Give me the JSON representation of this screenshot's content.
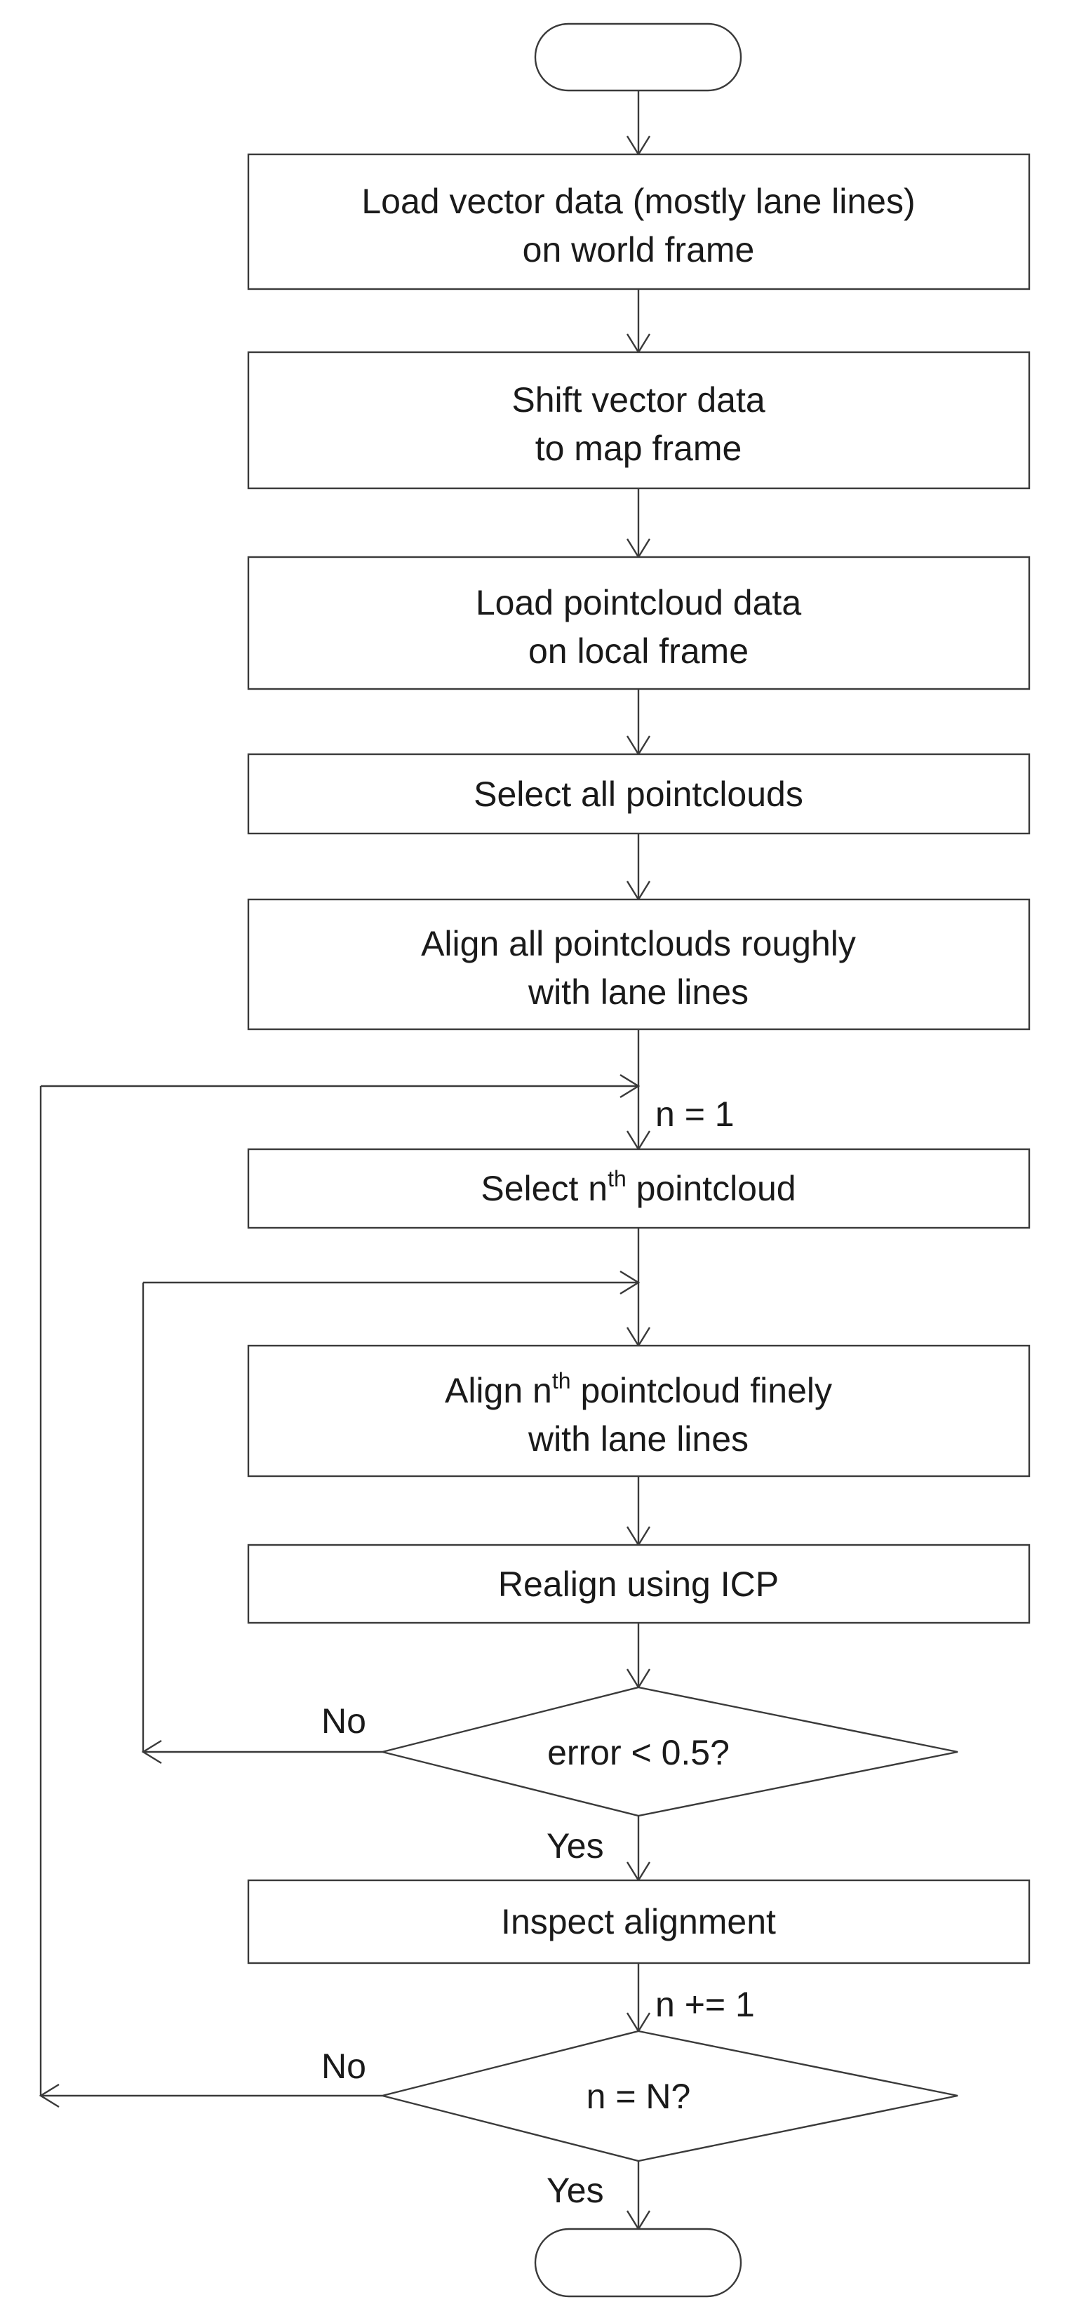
{
  "steps": {
    "load_vector": {
      "line1": "Load vector data (mostly lane lines)",
      "line2": "on world frame"
    },
    "shift_vector": {
      "line1": "Shift vector data",
      "line2": "to map frame"
    },
    "load_pointcloud": {
      "line1": "Load pointcloud data",
      "line2": "on local frame"
    },
    "select_all": {
      "line1": "Select all pointclouds"
    },
    "align_roughly": {
      "line1": "Align all pointclouds roughly",
      "line2": "with lane lines"
    },
    "select_nth": {
      "pre": "Select n",
      "sup": "th",
      "post": " pointcloud"
    },
    "align_finely": {
      "pre": "Align n",
      "sup": "th",
      "post": " pointcloud finely",
      "line2": "with lane lines"
    },
    "realign_icp": {
      "line1": "Realign using ICP"
    },
    "inspect": {
      "line1": "Inspect alignment"
    }
  },
  "decisions": {
    "error_check": {
      "label": "error < 0.5?",
      "yes": "Yes",
      "no": "No"
    },
    "count_check": {
      "label": "n = N?",
      "yes": "Yes",
      "no": "No"
    }
  },
  "annotations": {
    "init_n": "n = 1",
    "increment_n": "n += 1"
  }
}
